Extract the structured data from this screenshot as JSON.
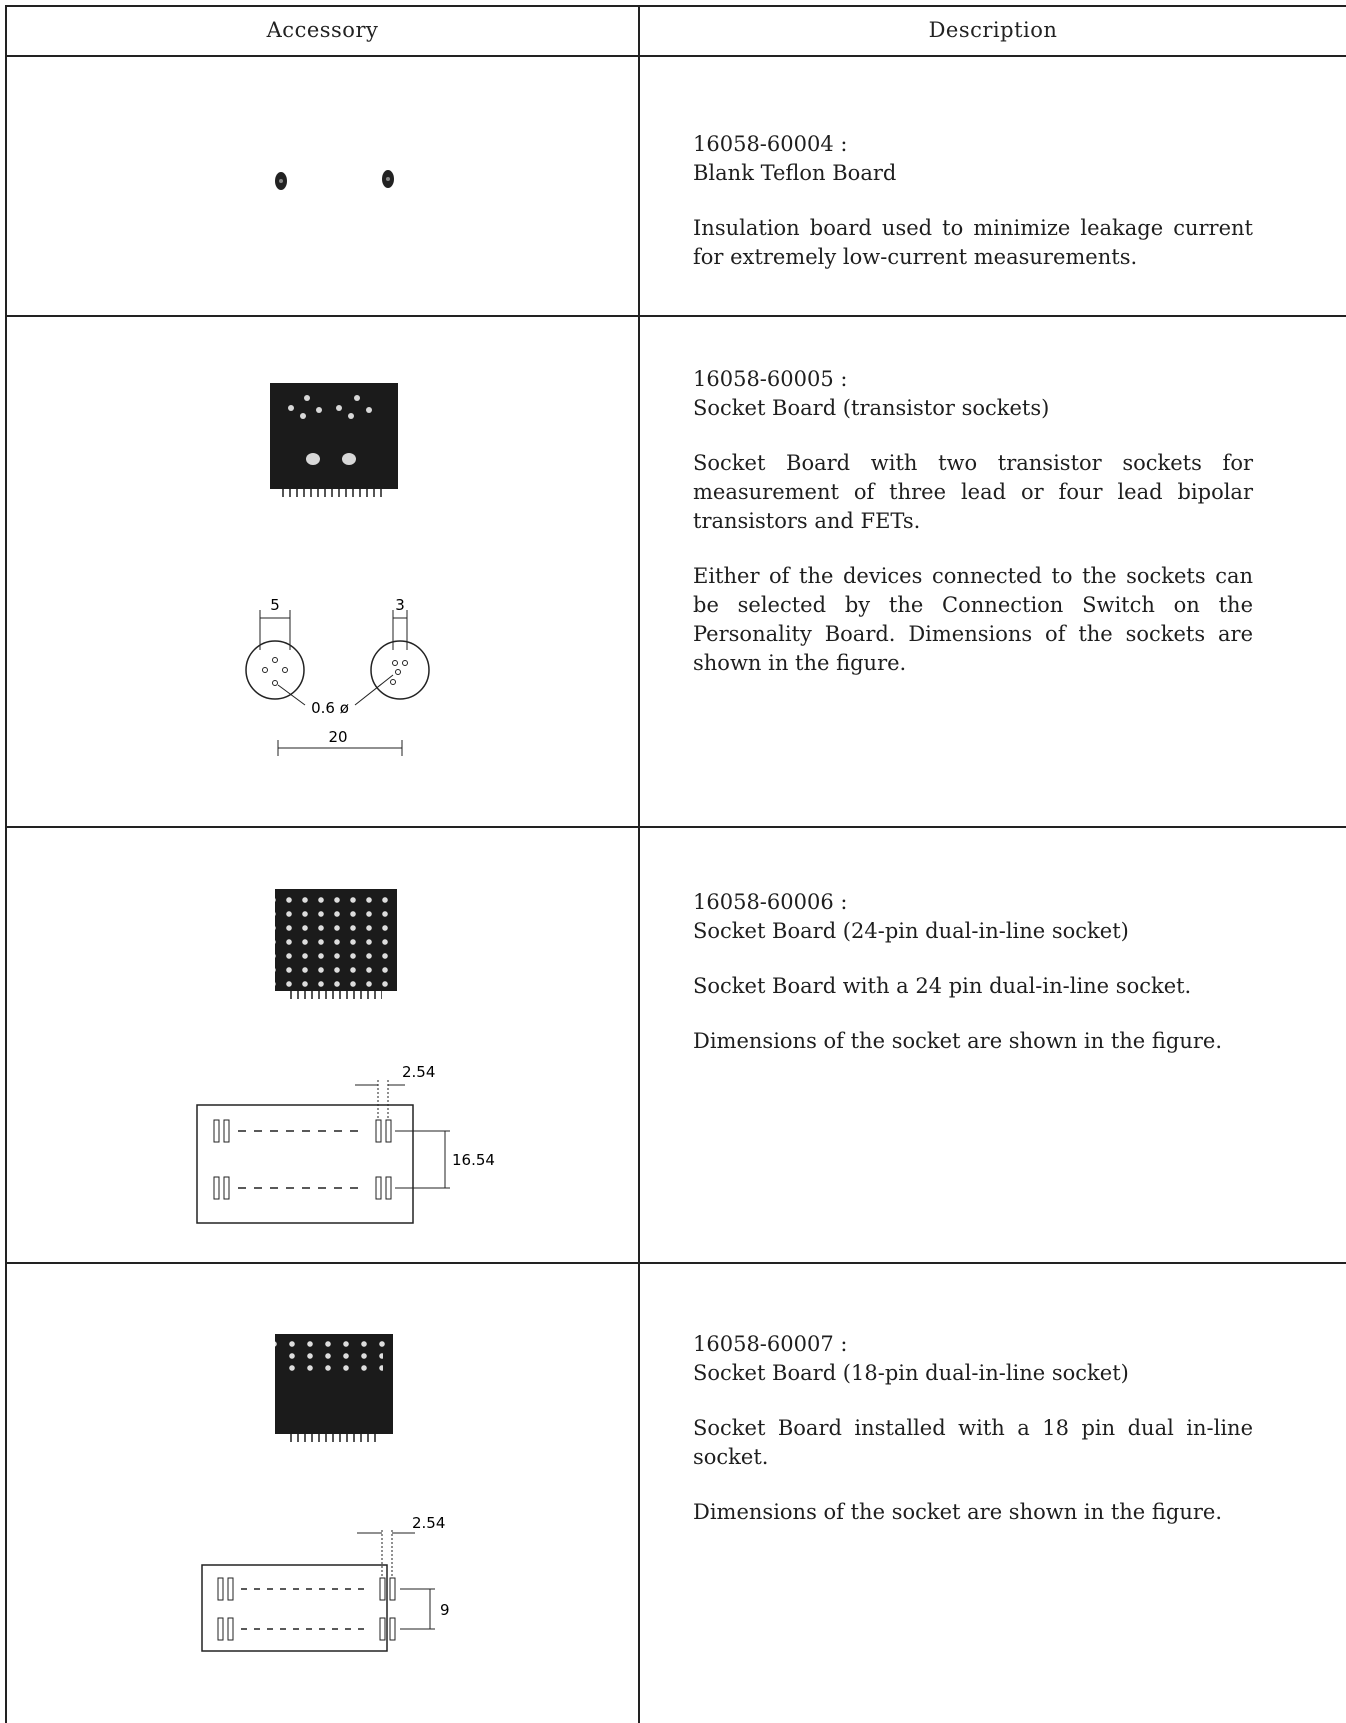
{
  "header": {
    "accessory": "Accessory",
    "description": "Description"
  },
  "rows": [
    {
      "part_number": "16058-60004 :",
      "title": "Blank Teflon Board",
      "paragraphs": [
        "Insulation board used to minimize leakage current for extremely low-current measurements."
      ]
    },
    {
      "part_number": "16058-60005 :",
      "title": "Socket Board (transistor sockets)",
      "paragraphs": [
        "Socket Board with two transistor sockets for measurement of three lead or four lead bipolar transistors and FETs.",
        "Either of the devices connected to the sockets can be selected by the Connection Switch on the Personality Board. Dimensions of the sockets are shown in the figure."
      ],
      "figure": {
        "dim_left": "5",
        "dim_right": "3",
        "hole_diameter": "0.6 ø",
        "spacing": "20"
      }
    },
    {
      "part_number": "16058-60006 :",
      "title": "Socket Board (24-pin dual-in-line socket)",
      "paragraphs": [
        "Socket Board with a 24 pin dual-in-line socket.",
        "Dimensions of the socket are shown in the figure."
      ],
      "figure": {
        "pitch": "2.54",
        "row_spacing": "16.54"
      }
    },
    {
      "part_number": "16058-60007 :",
      "title": "Socket Board (18-pin dual-in-line socket)",
      "paragraphs": [
        "Socket Board installed with a 18 pin dual in-line socket.",
        "Dimensions of the socket are shown in the figure."
      ],
      "figure": {
        "pitch": "2.54",
        "row_spacing": "9"
      }
    }
  ]
}
